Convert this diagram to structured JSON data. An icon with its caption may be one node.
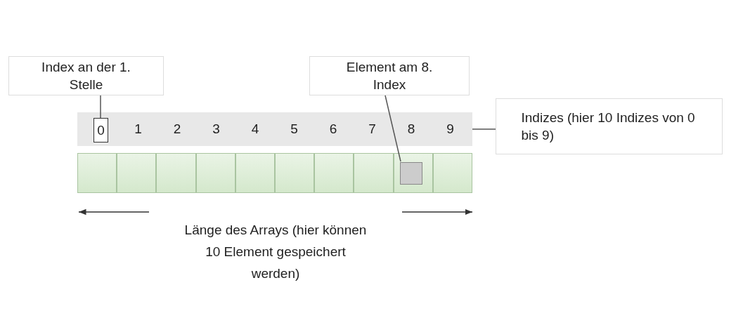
{
  "diagram": {
    "nodes": [
      {
        "text": [
          "Index an der 1. Stelle"
        ]
      },
      {
        "text": [
          "Element am 8. Index"
        ]
      },
      {
        "text": [
          "Indizes (hier 10 Indizes von 0 bis 9)"
        ]
      },
      {
        "text": [
          "1",
          "2",
          "3",
          "4",
          "5",
          "6",
          "7",
          "8",
          "9"
        ]
      },
      {
        "text": [
          "0"
        ],
        "in": 3
      },
      {
        "text": [],
        "shape": "box"
      },
      {
        "text": [],
        "shape": "box"
      },
      {
        "text": [],
        "shape": "box"
      },
      {
        "text": [],
        "shape": "box"
      },
      {
        "text": [],
        "shape": "box"
      },
      {
        "text": [],
        "shape": "box"
      },
      {
        "text": [],
        "shape": "box"
      },
      {
        "text": [],
        "shape": "box"
      },
      {
        "text": [],
        "shape": "box"
      },
      {
        "text": [],
        "shape": "box"
      },
      {
        "text": [],
        "shape": "box",
        "in": 13
      }
    ],
    "edges": [
      {
        "from": 0,
        "to": 4,
        "arrow": "none"
      },
      {
        "from": 1,
        "to": 15,
        "arrow": "none"
      },
      {
        "from": 2,
        "to": 3,
        "arrow": "none"
      }
    ],
    "labels": [
      "Länge des Arrays (hier können 10 Element gespeichert werden)"
    ]
  }
}
